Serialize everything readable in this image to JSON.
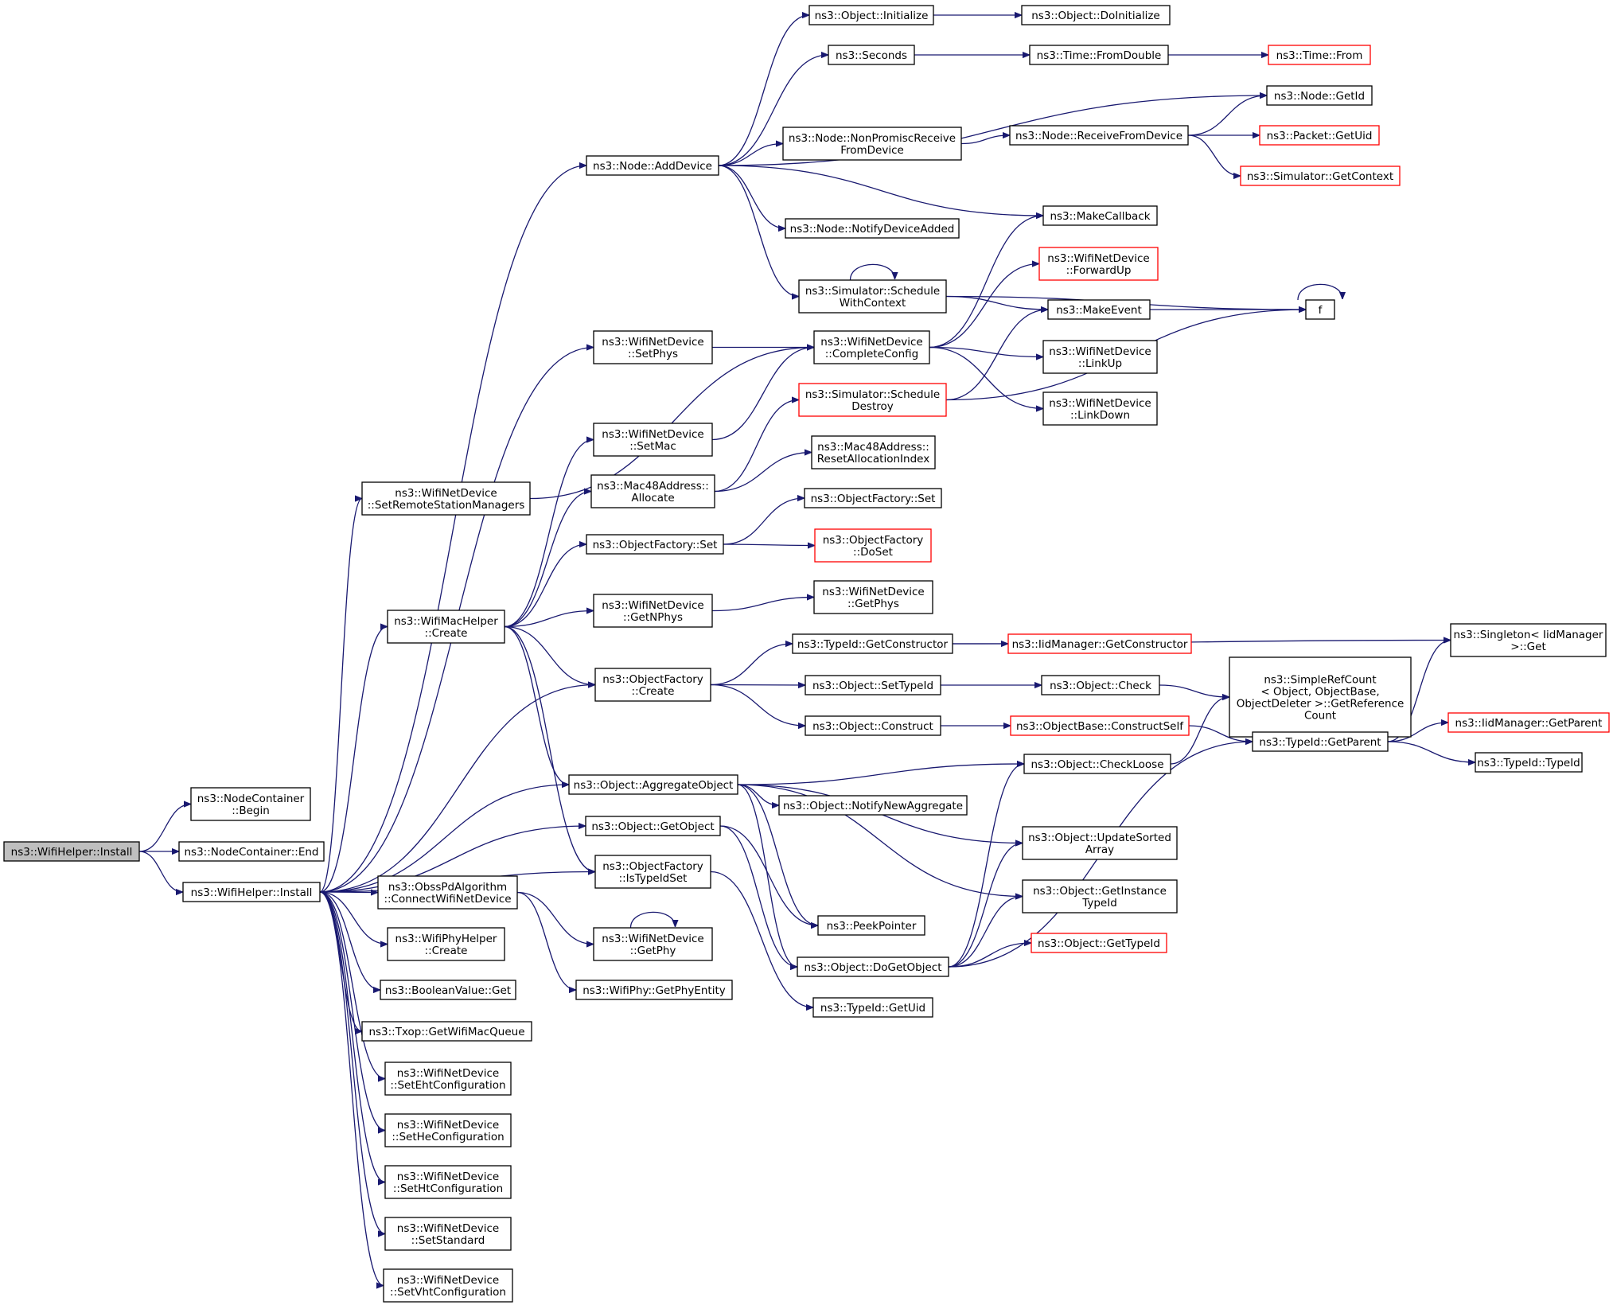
{
  "colors": {
    "edge": "#191970",
    "node_border": "#000000",
    "node_border_undocumented": "#ff0000",
    "root_fill": "#bfbfbf",
    "node_fill": "#ffffff"
  },
  "nodes": [
    {
      "id": "root",
      "label": [
        "ns3::WifiHelper::Install"
      ],
      "style": "root"
    },
    {
      "id": "ncBegin",
      "label": [
        "ns3::NodeContainer",
        "::Begin"
      ]
    },
    {
      "id": "ncEnd",
      "label": [
        "ns3::NodeContainer::End"
      ]
    },
    {
      "id": "whInstall",
      "label": [
        "ns3::WifiHelper::Install"
      ]
    },
    {
      "id": "addDevice",
      "label": [
        "ns3::Node::AddDevice"
      ]
    },
    {
      "id": "setRSM",
      "label": [
        "ns3::WifiNetDevice",
        "::SetRemoteStationManagers"
      ]
    },
    {
      "id": "macCreate",
      "label": [
        "ns3::WifiMacHelper",
        "::Create"
      ]
    },
    {
      "id": "setPhys",
      "label": [
        "ns3::WifiNetDevice",
        "::SetPhys"
      ]
    },
    {
      "id": "setMac",
      "label": [
        "ns3::WifiNetDevice",
        "::SetMac"
      ]
    },
    {
      "id": "mac48Alloc",
      "label": [
        "ns3::Mac48Address::",
        "Allocate"
      ]
    },
    {
      "id": "ofSet",
      "label": [
        "ns3::ObjectFactory::Set"
      ]
    },
    {
      "id": "getNPhys",
      "label": [
        "ns3::WifiNetDevice",
        "::GetNPhys"
      ]
    },
    {
      "id": "ofCreate",
      "label": [
        "ns3::ObjectFactory",
        "::Create"
      ]
    },
    {
      "id": "aggObj",
      "label": [
        "ns3::Object::AggregateObject"
      ]
    },
    {
      "id": "getObject",
      "label": [
        "ns3::Object::GetObject"
      ]
    },
    {
      "id": "isTypeIdSet",
      "label": [
        "ns3::ObjectFactory",
        "::IsTypeIdSet"
      ]
    },
    {
      "id": "obss",
      "label": [
        "ns3::ObssPdAlgorithm",
        "::ConnectWifiNetDevice"
      ]
    },
    {
      "id": "phyCreate",
      "label": [
        "ns3::WifiPhyHelper",
        "::Create"
      ]
    },
    {
      "id": "boolGet",
      "label": [
        "ns3::BooleanValue::Get"
      ]
    },
    {
      "id": "txop",
      "label": [
        "ns3::Txop::GetWifiMacQueue"
      ]
    },
    {
      "id": "setEht",
      "label": [
        "ns3::WifiNetDevice",
        "::SetEhtConfiguration"
      ]
    },
    {
      "id": "setHe",
      "label": [
        "ns3::WifiNetDevice",
        "::SetHeConfiguration"
      ]
    },
    {
      "id": "setHt",
      "label": [
        "ns3::WifiNetDevice",
        "::SetHtConfiguration"
      ]
    },
    {
      "id": "setStd",
      "label": [
        "ns3::WifiNetDevice",
        "::SetStandard"
      ]
    },
    {
      "id": "setVht",
      "label": [
        "ns3::WifiNetDevice",
        "::SetVhtConfiguration"
      ]
    },
    {
      "id": "getPhy",
      "label": [
        "ns3::WifiNetDevice",
        "::GetPhy"
      ]
    },
    {
      "id": "getPhyEntity",
      "label": [
        "ns3::WifiPhy::GetPhyEntity"
      ]
    },
    {
      "id": "objInit",
      "label": [
        "ns3::Object::Initialize"
      ]
    },
    {
      "id": "seconds",
      "label": [
        "ns3::Seconds"
      ]
    },
    {
      "id": "nonPromisc",
      "label": [
        "ns3::Node::NonPromiscReceive",
        "FromDevice"
      ]
    },
    {
      "id": "notifyAdded",
      "label": [
        "ns3::Node::NotifyDeviceAdded"
      ]
    },
    {
      "id": "schedCtx",
      "label": [
        "ns3::Simulator::Schedule",
        "WithContext"
      ]
    },
    {
      "id": "completeCfg",
      "label": [
        "ns3::WifiNetDevice",
        "::CompleteConfig"
      ]
    },
    {
      "id": "schedDestroy",
      "label": [
        "ns3::Simulator::Schedule",
        "Destroy"
      ],
      "style": "red"
    },
    {
      "id": "resetAlloc",
      "label": [
        "ns3::Mac48Address::",
        "ResetAllocationIndex"
      ]
    },
    {
      "id": "ofSet2",
      "label": [
        "ns3::ObjectFactory::Set"
      ]
    },
    {
      "id": "ofDoSet",
      "label": [
        "ns3::ObjectFactory",
        "::DoSet"
      ],
      "style": "red"
    },
    {
      "id": "getPhys",
      "label": [
        "ns3::WifiNetDevice",
        "::GetPhys"
      ]
    },
    {
      "id": "getCtor",
      "label": [
        "ns3::TypeId::GetConstructor"
      ]
    },
    {
      "id": "setTypeId",
      "label": [
        "ns3::Object::SetTypeId"
      ]
    },
    {
      "id": "construct",
      "label": [
        "ns3::Object::Construct"
      ]
    },
    {
      "id": "notifyAgg",
      "label": [
        "ns3::Object::NotifyNewAggregate"
      ]
    },
    {
      "id": "peekPtr",
      "label": [
        "ns3::PeekPointer"
      ]
    },
    {
      "id": "doGetObj",
      "label": [
        "ns3::Object::DoGetObject"
      ]
    },
    {
      "id": "getUid",
      "label": [
        "ns3::TypeId::GetUid"
      ]
    },
    {
      "id": "doInit",
      "label": [
        "ns3::Object::DoInitialize"
      ]
    },
    {
      "id": "fromDouble",
      "label": [
        "ns3::Time::FromDouble"
      ]
    },
    {
      "id": "nodeGetId",
      "label": [
        "ns3::Node::GetId"
      ]
    },
    {
      "id": "recvFromDev",
      "label": [
        "ns3::Node::ReceiveFromDevice"
      ]
    },
    {
      "id": "makeCb",
      "label": [
        "ns3::MakeCallback"
      ]
    },
    {
      "id": "fwdUp",
      "label": [
        "ns3::WifiNetDevice",
        "::ForwardUp"
      ],
      "style": "red"
    },
    {
      "id": "makeEvent",
      "label": [
        "ns3::MakeEvent"
      ]
    },
    {
      "id": "linkUp",
      "label": [
        "ns3::WifiNetDevice",
        "::LinkUp"
      ]
    },
    {
      "id": "linkDown",
      "label": [
        "ns3::WifiNetDevice",
        "::LinkDown"
      ]
    },
    {
      "id": "iidGetCtor",
      "label": [
        "ns3::IidManager::GetConstructor"
      ],
      "style": "red"
    },
    {
      "id": "objCheck",
      "label": [
        "ns3::Object::Check"
      ]
    },
    {
      "id": "constructSelf",
      "label": [
        "ns3::ObjectBase::ConstructSelf"
      ],
      "style": "red"
    },
    {
      "id": "checkLoose",
      "label": [
        "ns3::Object::CheckLoose"
      ]
    },
    {
      "id": "updSorted",
      "label": [
        "ns3::Object::UpdateSorted",
        "Array"
      ]
    },
    {
      "id": "getInstTid",
      "label": [
        "ns3::Object::GetInstance",
        "TypeId"
      ]
    },
    {
      "id": "objGetTid",
      "label": [
        "ns3::Object::GetTypeId"
      ],
      "style": "red"
    },
    {
      "id": "timeFrom",
      "label": [
        "ns3::Time::From"
      ],
      "style": "red"
    },
    {
      "id": "pktGetUid",
      "label": [
        "ns3::Packet::GetUid"
      ],
      "style": "red"
    },
    {
      "id": "simGetCtx",
      "label": [
        "ns3::Simulator::GetContext"
      ],
      "style": "red"
    },
    {
      "id": "f",
      "label": [
        "f"
      ]
    },
    {
      "id": "refCount",
      "label": [
        "ns3::SimpleRefCount",
        "< Object, ObjectBase,",
        "ObjectDeleter >::GetReference",
        "Count"
      ]
    },
    {
      "id": "tidGetParent",
      "label": [
        "ns3::TypeId::GetParent"
      ]
    },
    {
      "id": "singleton",
      "label": [
        "ns3::Singleton< IidManager",
        ">::Get"
      ]
    },
    {
      "id": "iidGetParent",
      "label": [
        "ns3::IidManager::GetParent"
      ],
      "style": "red"
    },
    {
      "id": "tidTypeId",
      "label": [
        "ns3::TypeId::TypeId"
      ]
    }
  ],
  "edges": [
    [
      "root",
      "ncBegin"
    ],
    [
      "root",
      "ncEnd"
    ],
    [
      "root",
      "whInstall"
    ],
    [
      "whInstall",
      "addDevice"
    ],
    [
      "whInstall",
      "setRSM"
    ],
    [
      "whInstall",
      "macCreate"
    ],
    [
      "whInstall",
      "setPhys"
    ],
    [
      "whInstall",
      "ofCreate"
    ],
    [
      "whInstall",
      "aggObj"
    ],
    [
      "whInstall",
      "getObject"
    ],
    [
      "whInstall",
      "isTypeIdSet"
    ],
    [
      "whInstall",
      "obss"
    ],
    [
      "whInstall",
      "phyCreate"
    ],
    [
      "whInstall",
      "boolGet"
    ],
    [
      "whInstall",
      "txop"
    ],
    [
      "whInstall",
      "setEht"
    ],
    [
      "whInstall",
      "setHe"
    ],
    [
      "whInstall",
      "setHt"
    ],
    [
      "whInstall",
      "setStd"
    ],
    [
      "whInstall",
      "setVht"
    ],
    [
      "addDevice",
      "objInit"
    ],
    [
      "addDevice",
      "seconds"
    ],
    [
      "addDevice",
      "nodeGetId"
    ],
    [
      "addDevice",
      "nonPromisc"
    ],
    [
      "addDevice",
      "makeCb"
    ],
    [
      "addDevice",
      "notifyAdded"
    ],
    [
      "addDevice",
      "schedCtx"
    ],
    [
      "objInit",
      "doInit"
    ],
    [
      "seconds",
      "fromDouble"
    ],
    [
      "fromDouble",
      "timeFrom"
    ],
    [
      "nonPromisc",
      "recvFromDev"
    ],
    [
      "recvFromDev",
      "nodeGetId"
    ],
    [
      "recvFromDev",
      "pktGetUid"
    ],
    [
      "recvFromDev",
      "simGetCtx"
    ],
    [
      "schedCtx",
      "schedCtx"
    ],
    [
      "schedCtx",
      "makeEvent"
    ],
    [
      "schedCtx",
      "f"
    ],
    [
      "setPhys",
      "completeCfg"
    ],
    [
      "setRSM",
      "completeCfg"
    ],
    [
      "setMac",
      "completeCfg"
    ],
    [
      "completeCfg",
      "makeCb"
    ],
    [
      "completeCfg",
      "fwdUp"
    ],
    [
      "completeCfg",
      "linkUp"
    ],
    [
      "completeCfg",
      "linkDown"
    ],
    [
      "schedDestroy",
      "makeEvent"
    ],
    [
      "schedDestroy",
      "f"
    ],
    [
      "makeEvent",
      "f"
    ],
    [
      "f",
      "f"
    ],
    [
      "macCreate",
      "setMac"
    ],
    [
      "macCreate",
      "mac48Alloc"
    ],
    [
      "macCreate",
      "ofSet"
    ],
    [
      "macCreate",
      "getNPhys"
    ],
    [
      "macCreate",
      "ofCreate"
    ],
    [
      "macCreate",
      "aggObj"
    ],
    [
      "macCreate",
      "isTypeIdSet"
    ],
    [
      "mac48Alloc",
      "schedDestroy"
    ],
    [
      "mac48Alloc",
      "resetAlloc"
    ],
    [
      "ofSet",
      "ofSet2"
    ],
    [
      "ofSet",
      "ofDoSet"
    ],
    [
      "getNPhys",
      "getPhys"
    ],
    [
      "ofCreate",
      "getCtor"
    ],
    [
      "ofCreate",
      "setTypeId"
    ],
    [
      "ofCreate",
      "construct"
    ],
    [
      "getCtor",
      "iidGetCtor"
    ],
    [
      "getCtor",
      "singleton"
    ],
    [
      "setTypeId",
      "objCheck"
    ],
    [
      "objCheck",
      "refCount"
    ],
    [
      "construct",
      "constructSelf"
    ],
    [
      "constructSelf",
      "tidGetParent"
    ],
    [
      "tidGetParent",
      "singleton"
    ],
    [
      "tidGetParent",
      "iidGetParent"
    ],
    [
      "tidGetParent",
      "tidTypeId"
    ],
    [
      "aggObj",
      "checkLoose"
    ],
    [
      "aggObj",
      "notifyAgg"
    ],
    [
      "aggObj",
      "updSorted"
    ],
    [
      "aggObj",
      "getInstTid"
    ],
    [
      "aggObj",
      "peekPtr"
    ],
    [
      "aggObj",
      "doGetObj"
    ],
    [
      "checkLoose",
      "refCount"
    ],
    [
      "getObject",
      "peekPtr"
    ],
    [
      "getObject",
      "doGetObj"
    ],
    [
      "doGetObj",
      "checkLoose"
    ],
    [
      "doGetObj",
      "updSorted"
    ],
    [
      "doGetObj",
      "getInstTid"
    ],
    [
      "doGetObj",
      "objGetTid"
    ],
    [
      "doGetObj",
      "tidGetParent"
    ],
    [
      "isTypeIdSet",
      "getUid"
    ],
    [
      "obss",
      "getPhy"
    ],
    [
      "obss",
      "getPhyEntity"
    ],
    [
      "getPhy",
      "getPhy"
    ]
  ]
}
